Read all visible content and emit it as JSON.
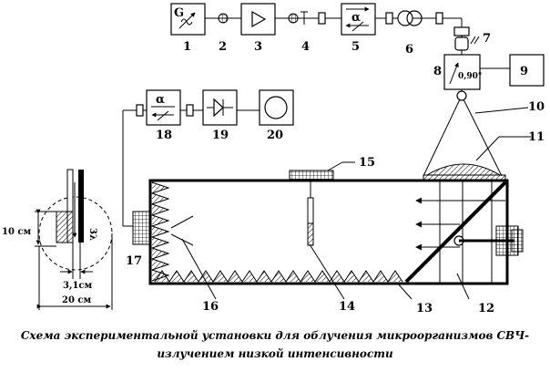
{
  "generator_letter": "G",
  "labels": {
    "n1": "1",
    "n2": "2",
    "n3": "3",
    "n4": "4",
    "n5": "5",
    "n6": "6",
    "n7": "7",
    "n8": "8",
    "n9": "9",
    "n10": "10",
    "n11": "11",
    "n12": "12",
    "n13": "13",
    "n14": "14",
    "n15": "15",
    "n16": "16",
    "n17": "17",
    "n18": "18",
    "n19": "19",
    "n20": "20"
  },
  "attenuator_symbol": "α",
  "attenuator2_symbol": "α",
  "angle_label": "0,90°",
  "dims": {
    "height": "10 см",
    "gap": "3,1см",
    "width": "20 см",
    "lambda": "3λ"
  },
  "caption": {
    "line1": "Схема экспериментальной установки для облучения микроорганизмов СВЧ-",
    "line2": "излучением низкой интенсивности"
  }
}
